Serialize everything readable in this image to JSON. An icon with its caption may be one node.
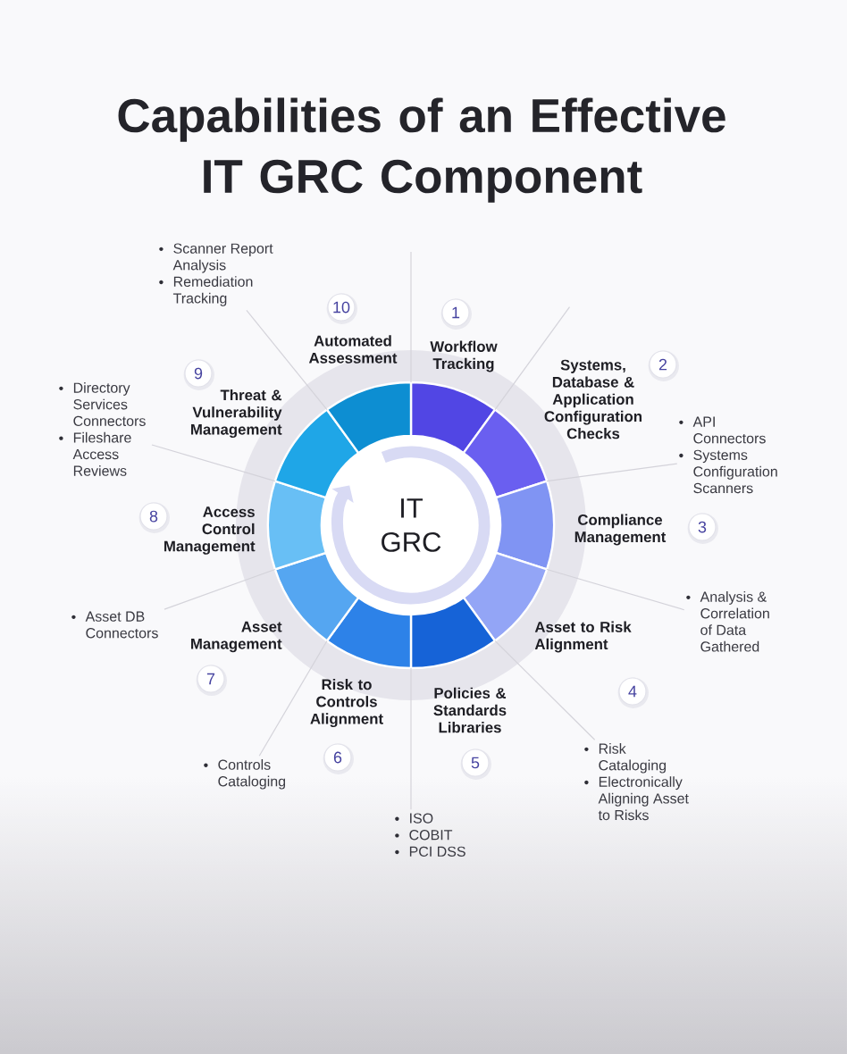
{
  "diagram": {
    "title": "Capabilities of an Effective IT GRC Component",
    "nodes": [
      {
        "text": [
          "IT GRC"
        ]
      },
      {
        "text": [
          "1"
        ],
        "beside": [
          "Workflow Tracking"
        ]
      },
      {
        "text": [
          "2"
        ],
        "beside": [
          "Systems, Database & Application Configuration Checks"
        ]
      },
      {
        "text": [
          "3"
        ],
        "beside": [
          "Compliance Management"
        ]
      },
      {
        "text": [
          "4"
        ],
        "beside": [
          "Asset to Risk Alignment"
        ]
      },
      {
        "text": [
          "5"
        ],
        "beside": [
          "Policies & Standards Libraries"
        ]
      },
      {
        "text": [
          "6"
        ],
        "beside": [
          "Risk to Controls Alignment"
        ]
      },
      {
        "text": [
          "7"
        ],
        "beside": [
          "Asset Management"
        ]
      },
      {
        "text": [
          "8"
        ],
        "beside": [
          "Access Control Management"
        ]
      },
      {
        "text": [
          "9"
        ],
        "beside": [
          "Threat & Vulnerability Management"
        ]
      },
      {
        "text": [
          "10"
        ],
        "beside": [
          "Automated Assessment"
        ]
      },
      {
        "text": [
          "API Connectors",
          "Systems Configuration Scanners"
        ]
      },
      {
        "text": [
          "Analysis & Correlation of Data Gathered"
        ]
      },
      {
        "text": [
          "Risk Cataloging",
          "Electronically Aligning Asset to Risks"
        ]
      },
      {
        "text": [
          "ISO",
          "COBIT",
          "PCI DSS"
        ]
      },
      {
        "text": [
          "Controls Cataloging"
        ]
      },
      {
        "text": [
          "Asset DB Connectors"
        ]
      },
      {
        "text": [
          "Directory Services Connectors",
          "Fileshare Access Reviews"
        ]
      },
      {
        "text": [
          "Scanner Report Analysis",
          "Remediation Tracking"
        ]
      }
    ],
    "edges": [
      {
        "from": 11,
        "to": null,
        "arrow": "none"
      },
      {
        "from": 12,
        "to": null,
        "arrow": "none"
      },
      {
        "from": 13,
        "to": null,
        "arrow": "none"
      },
      {
        "from": 14,
        "to": null,
        "arrow": "none"
      },
      {
        "from": 15,
        "to": null,
        "arrow": "none"
      },
      {
        "from": 16,
        "to": null,
        "arrow": "none"
      },
      {
        "from": 17,
        "to": null,
        "arrow": "none"
      },
      {
        "from": 18,
        "to": null,
        "arrow": "none"
      }
    ]
  }
}
